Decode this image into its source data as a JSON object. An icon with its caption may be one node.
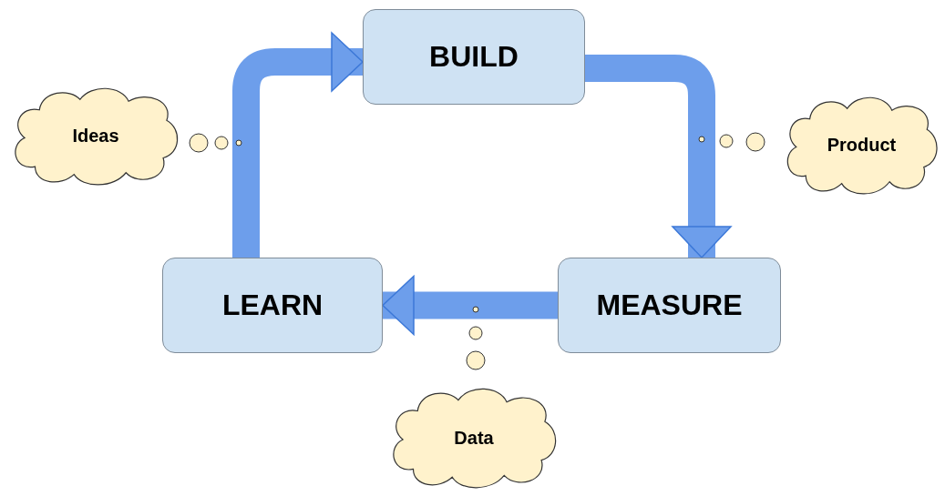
{
  "diagram": {
    "nodes": [
      {
        "text": [
          "BUILD"
        ]
      },
      {
        "text": [
          "MEASURE"
        ]
      },
      {
        "text": [
          "LEARN"
        ]
      },
      {
        "text": [
          "Ideas"
        ]
      },
      {
        "text": [
          "Product"
        ]
      },
      {
        "text": [
          "Data"
        ]
      }
    ],
    "edges": [
      {
        "from": 2,
        "to": 0,
        "arrow": "to"
      },
      {
        "from": 0,
        "to": 1,
        "arrow": "to"
      },
      {
        "from": 1,
        "to": 2,
        "arrow": "to"
      }
    ]
  }
}
